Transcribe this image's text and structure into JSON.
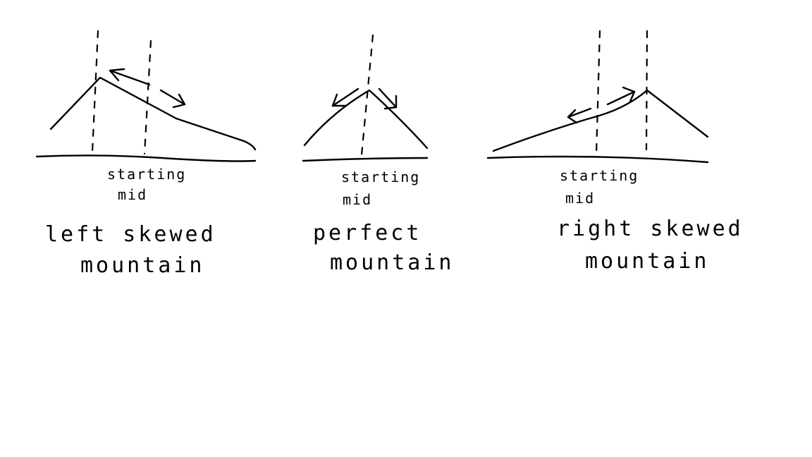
{
  "diagrams": [
    {
      "id": "left-skewed",
      "axis_label_line1": "starting",
      "axis_label_line2": "mid",
      "caption_line1": "left skewed",
      "caption_line2": "mountain"
    },
    {
      "id": "perfect",
      "axis_label_line1": "starting",
      "axis_label_line2": "mid",
      "caption_line1": "perfect",
      "caption_line2": "mountain"
    },
    {
      "id": "right-skewed",
      "axis_label_line1": "starting",
      "axis_label_line2": "mid",
      "caption_line1": "right skewed",
      "caption_line2": "mountain"
    }
  ],
  "colors": {
    "ink": "#000000",
    "background": "#ffffff"
  }
}
